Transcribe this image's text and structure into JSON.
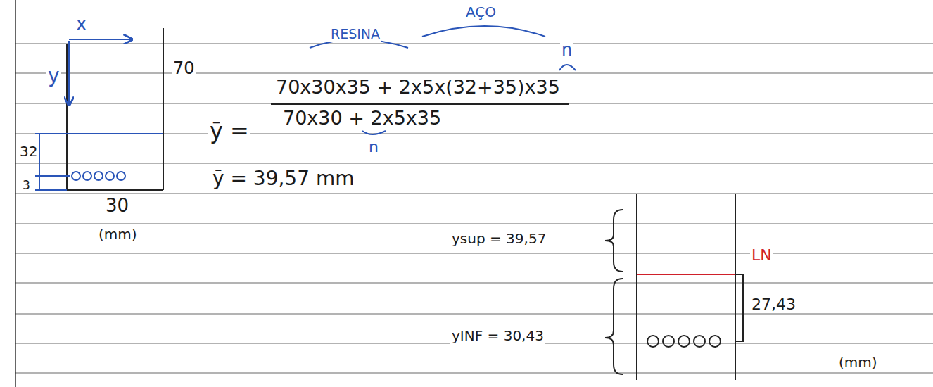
{
  "diagram": {
    "labels": [
      "x",
      "y",
      "70",
      "32",
      "3",
      "30",
      "(mm)",
      "RESINA",
      "AÇO",
      "n",
      "ȳ =",
      "70x30x35 + 2x5x(32+35)x35",
      "70x30 + 2x5x35",
      "n",
      "ȳ = 39,57 mm",
      "ysup = 39,57",
      "LN",
      "yINF = 30,43",
      "27,43",
      "(mm)"
    ]
  }
}
